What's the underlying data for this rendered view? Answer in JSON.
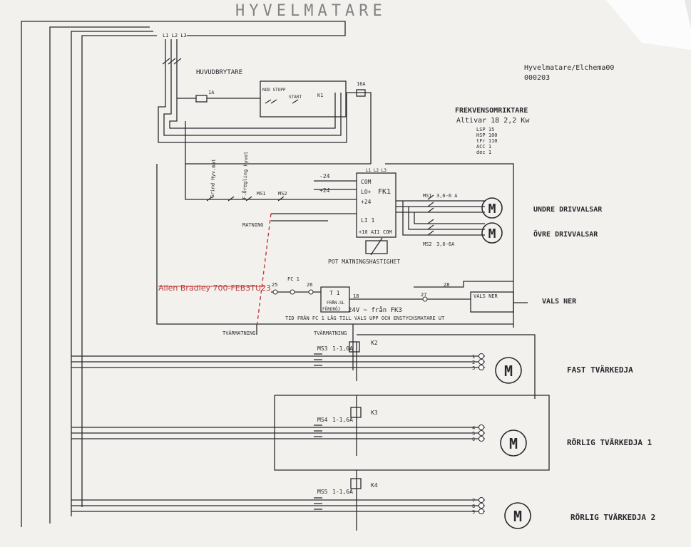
{
  "header": {
    "title": "HYVELMATARE",
    "doc_ref": "Hyvelmatare/Elchema00",
    "doc_no": "000203"
  },
  "mains": {
    "phases": "L1 L2 L3",
    "main_switch": "HUVUDBRYTARE",
    "fuse_control": "1A",
    "fuse_drive": "16A",
    "stop_label": "NOD STOPP",
    "start_label": "START",
    "relay_k1": "K1"
  },
  "vfd": {
    "title": "FREKVENSOMRIKTARE",
    "model": "Altivar 18 2,2 Kw",
    "params": [
      "LSP 15",
      "HSP 100",
      "tFr 110",
      "ACC 1",
      "dec 1"
    ],
    "block_name": "FK1",
    "terminals": [
      "COM",
      "LO+",
      "+24",
      "LI 1",
      "+10",
      "AI1",
      "COM"
    ],
    "top_label": "L1 L2 L3",
    "minus24": "-24",
    "plus24": "+24",
    "pot_label": "POT MATNINGSHASTIGHET"
  },
  "control": {
    "grind": "Grind Hyv.mat",
    "fore": "F.Öregling Hyvel",
    "ms1": "MS1",
    "ms2": "MS2",
    "matning": "MATNING",
    "timer_note": "Allen Bradley 700-FEB3TU23",
    "fc1": "FC 1",
    "wire25": "25",
    "wire26": "26",
    "wire27": "27",
    "wire28": "28",
    "wire18": "18",
    "t1": "T 1",
    "t1_mode1": "FRÅN.SL",
    "t1_mode2": "FÖRDRÖJ",
    "supply_note": "24V ~ från FK3",
    "time_note": "TID FRÅN FC 1 LÅG TILL VALS UPP OCH ENSTYCKSMATARE UT",
    "vals_ner": "VALS NER",
    "tvar_left": "TVÄRMATNING",
    "tvar_mid": "TVÄRMATNING"
  },
  "motors": [
    {
      "ms": "MS1",
      "rating": "3,6-6 A",
      "label": "UNDRE DRIVVALSAR",
      "symbol": "M"
    },
    {
      "ms": "MS2",
      "rating": "3,6-6A",
      "label": "ÖVRE DRIVVALSAR",
      "symbol": "M"
    }
  ],
  "chains": [
    {
      "ms": "MS3",
      "rating": "1-1,6A",
      "contactor": "K2",
      "terms": [
        "1",
        "2",
        "3"
      ],
      "label": "FAST TVÄRKEDJA",
      "symbol": "M"
    },
    {
      "ms": "MS4",
      "rating": "1-1,6A",
      "contactor": "K3",
      "terms": [
        "4",
        "5",
        "6"
      ],
      "label": "RÖRLIG TVÄRKEDJA 1",
      "symbol": "M"
    },
    {
      "ms": "MS5",
      "rating": "1-1,6A",
      "contactor": "K4",
      "terms": [
        "7",
        "8",
        "9"
      ],
      "label": "RÖRLIG TVÄRKEDJA 2",
      "symbol": "M"
    }
  ],
  "colors": {
    "paper": "#f2f1ee",
    "ink": "#2a2a2e",
    "red_annotation": "#c03a3a",
    "background": "#8f8b84"
  }
}
